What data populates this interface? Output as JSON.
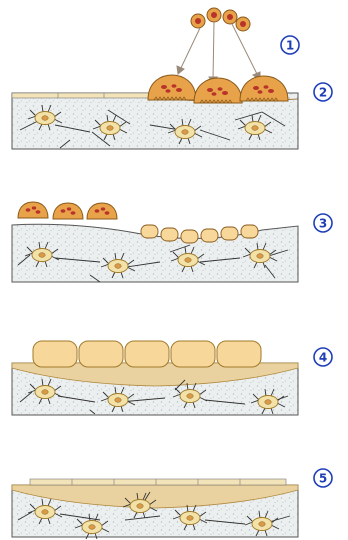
{
  "steps": [
    {
      "number": "1"
    },
    {
      "number": "2"
    },
    {
      "number": "3"
    },
    {
      "number": "4"
    },
    {
      "number": "5"
    }
  ],
  "colors": {
    "label_blue": "#1f3fb8",
    "tissue_fill": "#ecefef",
    "tissue_speckle": "#b9bfc2",
    "tissue_border": "#555555",
    "cell_orange": "#e8a24a",
    "cell_outline": "#8a5a1a",
    "nucleus_red": "#b8332a",
    "bone_cream": "#f7d79a",
    "matrix_tan": "#ead2a0",
    "osteocyte_fill": "#f3e2a8",
    "osteocyte_outline": "#a07a2a",
    "process_line": "#333333",
    "arrow_grey": "#9a8a7a",
    "lining_cell": "#f2e3b9"
  },
  "icons": {
    "precursor_cells": "circulating-precursor-cell-icon",
    "osteoclast": "multinucleated-osteoclast-icon",
    "osteoblast": "osteoblast-icon",
    "osteocyte": "osteocyte-icon",
    "lining_cell": "bone-lining-cell-icon"
  }
}
